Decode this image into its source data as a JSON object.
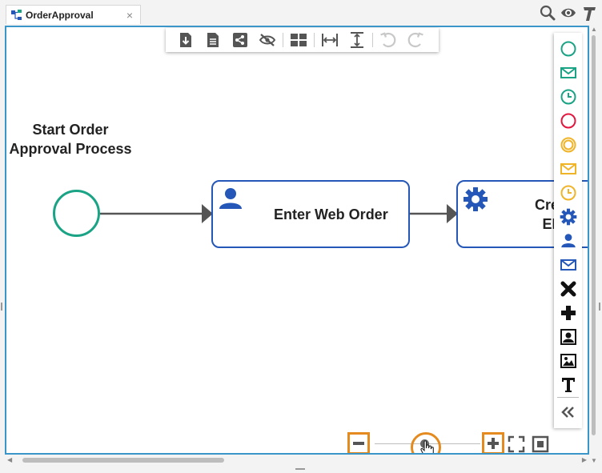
{
  "tab": {
    "title": "OrderApproval",
    "close_glyph": "×"
  },
  "top_tools": [
    "search-icon",
    "eye-icon",
    "text-format-icon"
  ],
  "toolbar": {
    "buttons": [
      "download-icon",
      "document-icon",
      "share-icon",
      "hide-icon",
      "layout-grid-icon",
      "fit-width-icon",
      "fit-height-icon",
      "undo-icon",
      "redo-icon"
    ]
  },
  "diagram": {
    "start_label_line1": "Start Order",
    "start_label_line2": "Approval Process",
    "task1_label": "Enter Web Order",
    "task2_label_line1": "Create",
    "task2_label_line2": "ERP"
  },
  "palette": {
    "items": [
      "start-event-icon",
      "message-start-icon",
      "timer-start-icon",
      "end-event-icon",
      "intermediate-event-icon",
      "intermediate-message-icon",
      "intermediate-timer-icon",
      "service-task-icon",
      "user-task-icon",
      "send-task-icon",
      "exclusive-gateway-icon",
      "parallel-gateway-icon",
      "contact-icon",
      "image-icon",
      "text-icon",
      "collapse-icon"
    ]
  },
  "colors": {
    "accent": "#3a95c9",
    "start_event": "#1aa385",
    "task_border": "#2457b8",
    "end_event": "#e3173e",
    "intermediate": "#f0b429",
    "zoom_highlight": "#e58a1f",
    "icon_gray": "#555555"
  }
}
